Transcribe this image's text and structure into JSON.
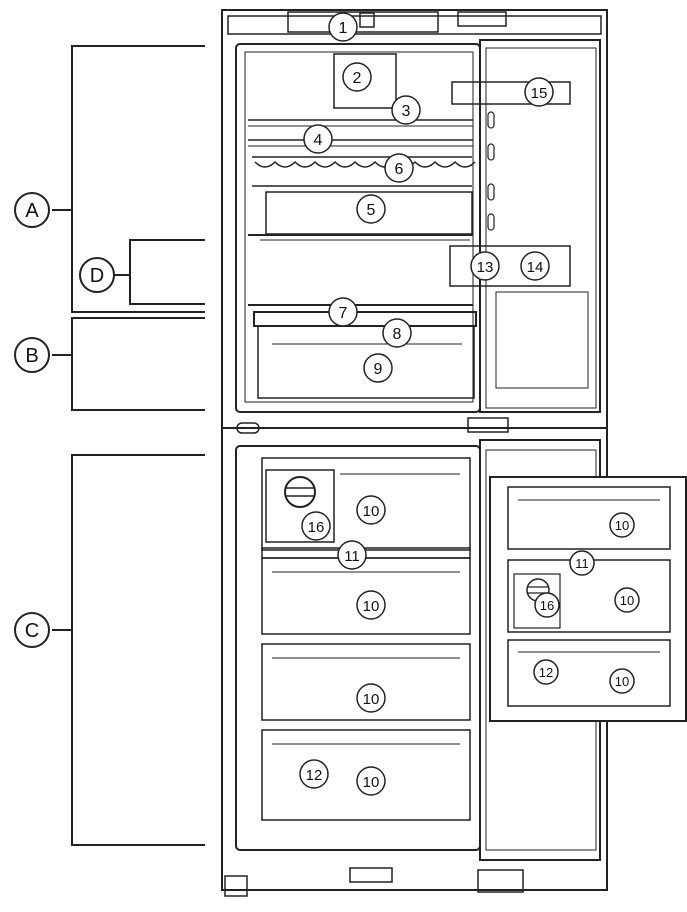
{
  "diagram": {
    "callouts": {
      "c1": "1",
      "c2": "2",
      "c3": "3",
      "c4": "4",
      "c5": "5",
      "c6": "6",
      "c7": "7",
      "c8": "8",
      "c9": "9",
      "c10a": "10",
      "c10b": "10",
      "c10c": "10",
      "c10d": "10",
      "c10e": "10",
      "c10f": "10",
      "c10g": "10",
      "c11a": "11",
      "c11b": "11",
      "c12a": "12",
      "c12b": "12",
      "c13": "13",
      "c14": "14",
      "c15": "15",
      "c16a": "16",
      "c16b": "16"
    },
    "zones": {
      "A": "A",
      "B": "B",
      "C": "C",
      "D": "D"
    }
  }
}
